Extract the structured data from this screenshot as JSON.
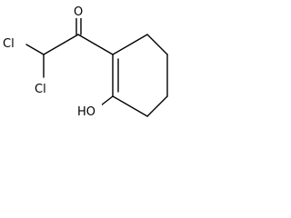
{
  "molecule": {
    "atoms": {
      "chlorine_1": "Cl",
      "chlorine_2": "Cl",
      "oxygen_carbonyl": "O",
      "hydroxyl": "HO"
    },
    "colors": {
      "bond": "#000000",
      "label": "#000000",
      "background": "#ffffff"
    }
  }
}
